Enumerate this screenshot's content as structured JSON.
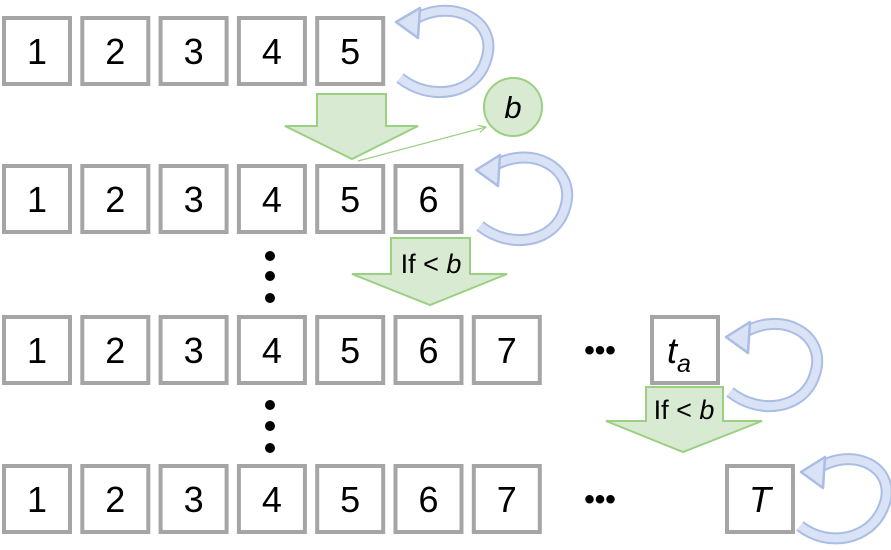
{
  "rows": [
    {
      "cells": [
        "1",
        "2",
        "3",
        "4",
        "5"
      ]
    },
    {
      "cells": [
        "1",
        "2",
        "3",
        "4",
        "5",
        "6"
      ]
    },
    {
      "cells": [
        "1",
        "2",
        "3",
        "4",
        "5",
        "6",
        "7"
      ],
      "ellipsis": "•••",
      "last": "t",
      "last_sub": "a"
    },
    {
      "cells": [
        "1",
        "2",
        "3",
        "4",
        "5",
        "6",
        "7"
      ],
      "ellipsis": "•••",
      "last": "T"
    }
  ],
  "budget_node": "b",
  "condition": {
    "prefix": "If < ",
    "var": "b"
  },
  "colors": {
    "box_border": "#a5a5a5",
    "green_fill": "#d9ead3",
    "green_stroke": "#9bcf82",
    "loop_blue": "#aabde4",
    "loop_light": "#dae3f5"
  }
}
